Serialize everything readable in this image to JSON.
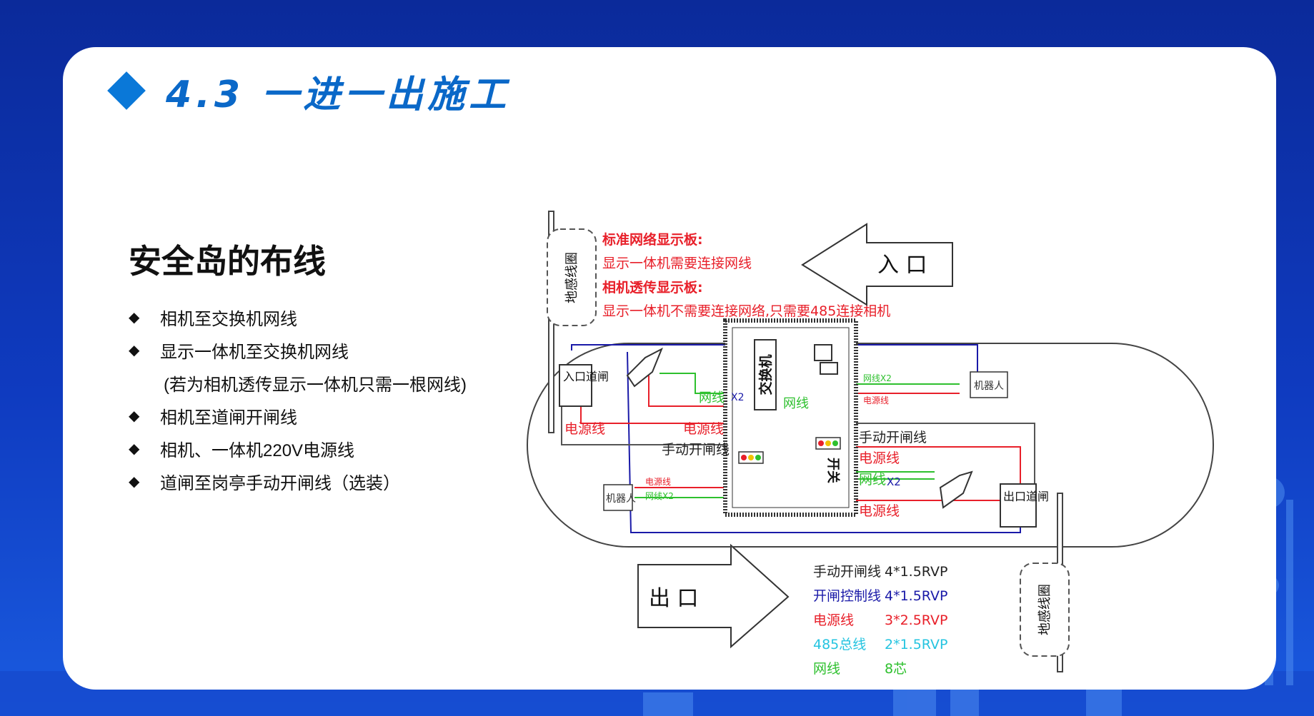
{
  "header": {
    "title": "4.3  一进一出施工"
  },
  "section": {
    "title": "安全岛的布线"
  },
  "bullets": [
    {
      "text": "相机至交换机网线"
    },
    {
      "text": "显示一体机至交换机网线"
    },
    {
      "text": "(若为相机透传显示一体机只需一根网线)"
    },
    {
      "text": "相机至道闸开闸线"
    },
    {
      "text": "相机、一体机220V电源线"
    },
    {
      "text": "道闸至岗亭手动开闸线（选装）"
    }
  ],
  "diagram": {
    "note_title1": "标准网络显示板:",
    "note_body1": "显示一体机需要连接网线",
    "note_title2": "相机透传显示板:",
    "note_body2": "显示一体机不需要连接网络,只需要485连接相机",
    "arrow_in": "入  口",
    "arrow_out": "出  口",
    "loop_top": "地感线圈",
    "loop_bottom": "地感线圈",
    "gate_in": "入口道闸",
    "gate_out": "出口道闸",
    "display_top": "机器人",
    "display_bottom": "机器人",
    "switch": "交换机",
    "kaiguan": "开关",
    "lbl_wangxian1": "网线",
    "lbl_x2_1": "X2",
    "lbl_wangxian2": "网线",
    "lbl_wangxian_x2_top": "网线X2",
    "lbl_dianyuan_top": "电源线",
    "lbl_dianyuan_left": "电源线",
    "lbl_dianyuan_mid": "电源线",
    "lbl_shoudong_left": "手动开闸线",
    "lbl_shoudong_right": "手动开闸线",
    "lbl_dianyuan_right1": "电源线",
    "lbl_wangxian_right": "网线",
    "lbl_x2_right": "X2",
    "lbl_dianyuan_right2": "电源线",
    "lbl_dianyuan_bl": "电源线",
    "lbl_wangxian_x2_bl": "网线X2",
    "legend": [
      {
        "name": "手动开闸线",
        "spec": "4*1.5RVP",
        "color": "#222222"
      },
      {
        "name": "开闸控制线",
        "spec": "4*1.5RVP",
        "color": "#1a1aa8"
      },
      {
        "name": "电源线",
        "spec": "3*2.5RVP",
        "color": "#e8202a"
      },
      {
        "name": "485总线",
        "spec": "2*1.5RVP",
        "color": "#25c4e0"
      },
      {
        "name": "网线",
        "spec": "8芯",
        "color": "#2ec02e"
      }
    ]
  }
}
